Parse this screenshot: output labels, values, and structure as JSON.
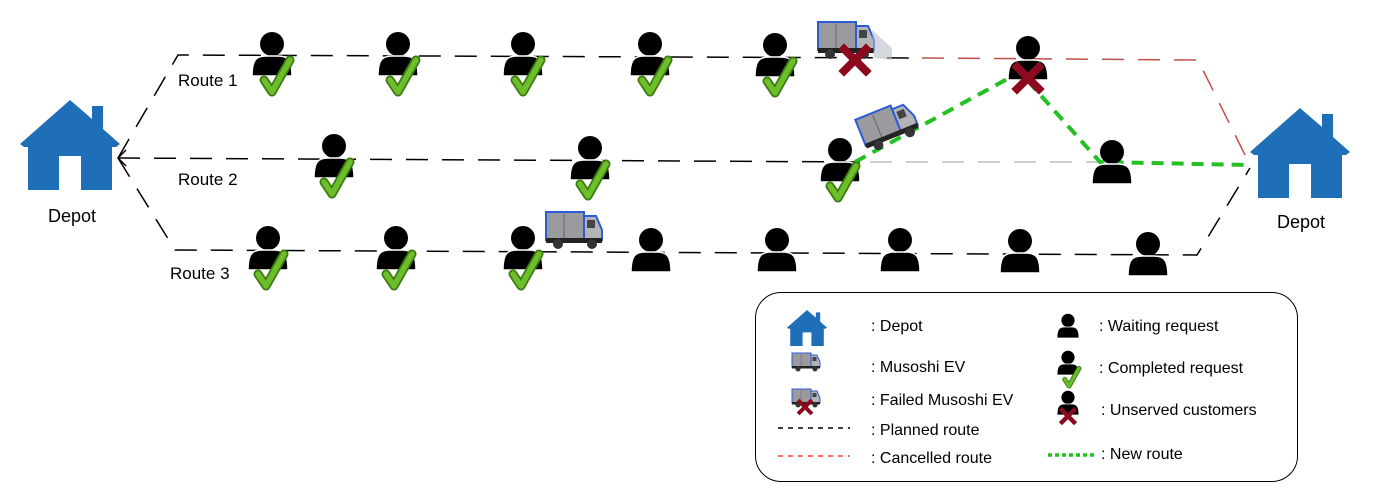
{
  "title": "Route disruption diagram with failed Musoshi EV",
  "colors": {
    "depot": "#1f6fb8",
    "planned_route": "#000000",
    "cancelled_route": "#c0504d",
    "new_route": "#22c022",
    "check": "#5aa51f",
    "cross": "#8b0a1e",
    "inactive_route": "#c8c8c8"
  },
  "depots": {
    "left": {
      "label": "Depot",
      "icon": "house-icon"
    },
    "right": {
      "label": "Depot",
      "icon": "house-icon"
    }
  },
  "routes": [
    {
      "label": "Route 1",
      "stops": [
        "completed",
        "completed",
        "completed",
        "completed",
        "completed",
        "failed-ev",
        "unserved"
      ],
      "status": "partially cancelled"
    },
    {
      "label": "Route 2",
      "stops": [
        "completed",
        "completed",
        "completed",
        "ev",
        "waiting"
      ],
      "status": "rerouted"
    },
    {
      "label": "Route 3",
      "stops": [
        "completed",
        "completed",
        "completed",
        "ev",
        "waiting",
        "waiting",
        "waiting",
        "waiting",
        "waiting"
      ],
      "status": "in progress"
    }
  ],
  "legend": {
    "items": [
      {
        "icon": "house-icon",
        "label": ": Depot"
      },
      {
        "icon": "ev-truck-icon",
        "label": ": Musoshi EV"
      },
      {
        "icon": "failed-ev-icon",
        "label": ": Failed Musoshi EV"
      },
      {
        "icon": "planned-route-line",
        "label": ": Planned route"
      },
      {
        "icon": "cancelled-route-line",
        "label": ": Cancelled route"
      },
      {
        "icon": "person-icon",
        "label": ": Waiting request"
      },
      {
        "icon": "person-check-icon",
        "label": ": Completed request"
      },
      {
        "icon": "person-cross-icon",
        "label": ": Unserved customers"
      },
      {
        "icon": "new-route-line",
        "label": ": New route"
      }
    ]
  }
}
